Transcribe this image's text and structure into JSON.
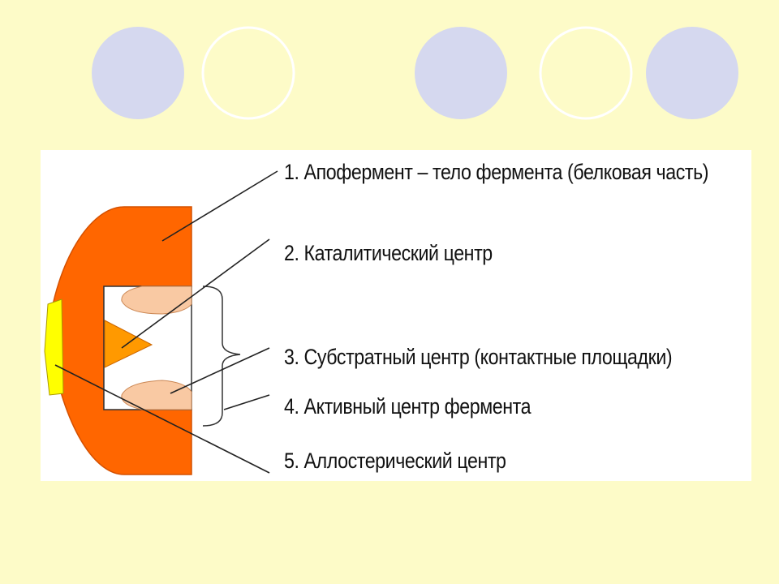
{
  "labels": {
    "apoenzyme": "1. Апофермент – тело фермента (белковая часть)",
    "catalytic": "2. Каталитический центр",
    "substrate": "3. Субстратный центр (контактные площадки)",
    "active": "4. Активный центр фермента",
    "allosteric": "5. Аллостерический центр"
  },
  "colors": {
    "background": "#fdfbc8",
    "panel": "#ffffff",
    "enzyme_body": "#ff6600",
    "catalytic_center": "#ff9900",
    "contact_pads": "#f9c9a3",
    "allosteric_center": "#ffff00",
    "decor_circle_filled": "#d5d8ef",
    "decor_circle_outline": "#ffffff"
  },
  "decor": {
    "circles": [
      "filled",
      "outline",
      "filled",
      "outline",
      "filled"
    ]
  }
}
